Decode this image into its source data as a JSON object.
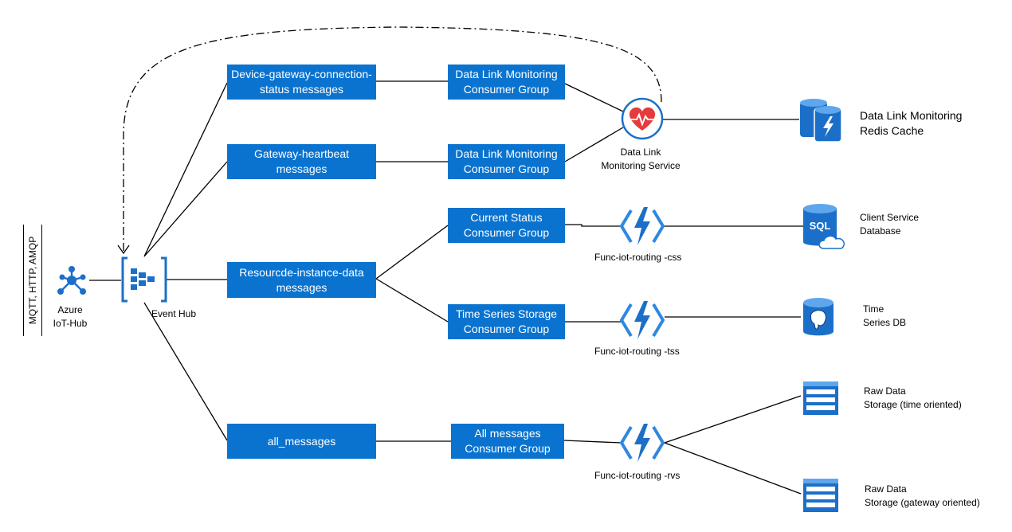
{
  "colors": {
    "box_fill": "#0a73cf",
    "box_text": "#ffffff",
    "icon_blue": "#1c6fc9",
    "line": "#000000"
  },
  "protocol": "MQTT, HTTP, AMQP",
  "iot_hub": {
    "label": "Azure\nIoT-Hub",
    "icon": "iot-hub-icon"
  },
  "event_hub": {
    "label": "Event Hub",
    "icon": "event-hub-icon"
  },
  "topics": {
    "device_gateway": "Device-gateway-connection-\nstatus messages",
    "gateway_heartbeat": "Gateway-heartbeat\nmessages",
    "resource_instance": "Resourcde-instance-data\nmessages",
    "all_messages": "all_messages"
  },
  "consumer_groups": {
    "dlm_1": "Data Link Monitoring\nConsumer Group",
    "dlm_2": "Data Link Monitoring\nConsumer Group",
    "current_status": "Current Status\nConsumer Group",
    "time_series": "Time Series Storage\nConsumer Group",
    "all_messages": "All messages\nConsumer Group"
  },
  "services": {
    "dlm_service": "Data Link\nMonitoring Service",
    "func_css": "Func-iot-routing -css",
    "func_tss": "Func-iot-routing -tss",
    "func_rvs": "Func-iot-routing -rvs"
  },
  "stores": {
    "redis": "Data Link Monitoring\nRedis Cache",
    "sql": "Client Service\nDatabase",
    "tsdb": "Time\nSeries DB",
    "raw_time": "Raw Data\nStorage (time oriented)",
    "raw_gateway": "Raw Data\nStorage (gateway oriented)"
  },
  "icons": {
    "heart": "heart-monitor-icon",
    "function": "azure-function-icon",
    "redis": "redis-cache-icon",
    "sql": "sql-database-icon",
    "postgres": "postgresql-icon",
    "storage": "storage-table-icon"
  }
}
